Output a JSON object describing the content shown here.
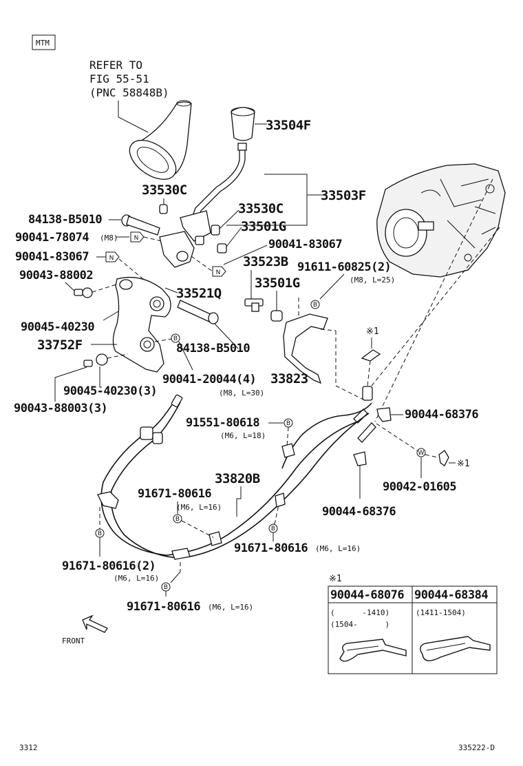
{
  "badge": "MTM",
  "refer": [
    "REFER TO",
    "FIG 55-51",
    "(PNC 58848B)"
  ],
  "parts": {
    "p33504F": "33504F",
    "p33503F": "33503F",
    "p33530C_a": "33530C",
    "p33530C_b": "33530C",
    "p33501G_a": "33501G",
    "p33501G_b": "33501G",
    "p84138_a": "84138-B5010",
    "p84138_b": "84138-B5010",
    "p90041_78074": "90041-78074",
    "p90041_78074_note": "(M8)",
    "p90041_83067_a": "90041-83067",
    "p90041_83067_b": "90041-83067",
    "p33523B": "33523B",
    "p91611": "91611-60825(2)",
    "p91611_note": "(M8, L=25)",
    "p90043_88002": "90043-88002",
    "p33521Q": "33521Q",
    "p90045_40230_a": "90045-40230",
    "p33752F": "33752F",
    "p90045_40230_b": "90045-40230(3)",
    "p90041_20044": "90041-20044(4)",
    "p90041_20044_note": "(M8, L=30)",
    "p33823": "33823",
    "p90043_88003": "90043-88003(3)",
    "p91551": "91551-80618",
    "p91551_note": "(M6, L=18)",
    "p90044_68376_a": "90044-68376",
    "p33820B": "33820B",
    "p91671_a": "91671-80616",
    "p91671_a_note": "(M6, L=16)",
    "p90042": "90042-01605",
    "p90044_68376_b": "90044-68376",
    "p91671_b": "91671-80616",
    "p91671_b_note": "(M6, L=16)",
    "p91671_c": "91671-80616(2)",
    "p91671_c_note": "(M6, L=16)",
    "p91671_d": "91671-80616",
    "p91671_d_note": "(M6, L=16)"
  },
  "marks": {
    "N": "N",
    "B": "B",
    "W": "W",
    "x1": "※1"
  },
  "inset": {
    "title": "※1",
    "col1": {
      "part": "90044-68076",
      "range1": "(      -1410)",
      "range2": "(1504-      )"
    },
    "col2": {
      "part": "90044-68384",
      "range1": "(1411-1504)"
    }
  },
  "front": "FRONT",
  "footer": {
    "left": "3312",
    "right": "335222-D"
  }
}
